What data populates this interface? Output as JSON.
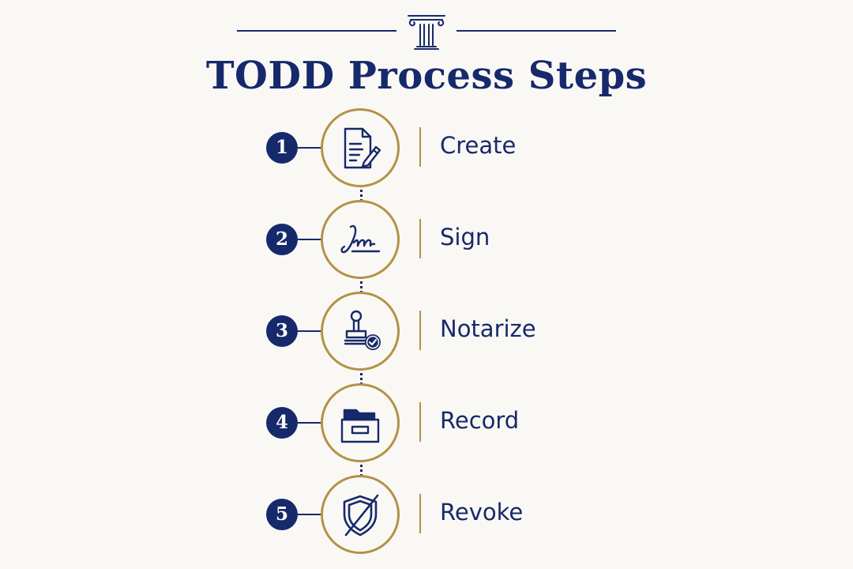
{
  "title": "TODD Process Steps",
  "colors": {
    "navy": "#16296b",
    "gold": "#b39248",
    "background": "#faf8f5"
  },
  "header_icon": "greek-column-icon",
  "steps": [
    {
      "number": "1",
      "label": "Create",
      "icon": "document-pen-icon"
    },
    {
      "number": "2",
      "label": "Sign",
      "icon": "signature-icon"
    },
    {
      "number": "3",
      "label": "Notarize",
      "icon": "stamp-check-icon"
    },
    {
      "number": "4",
      "label": "Record",
      "icon": "file-box-icon"
    },
    {
      "number": "5",
      "label": "Revoke",
      "icon": "shield-slash-icon"
    }
  ]
}
